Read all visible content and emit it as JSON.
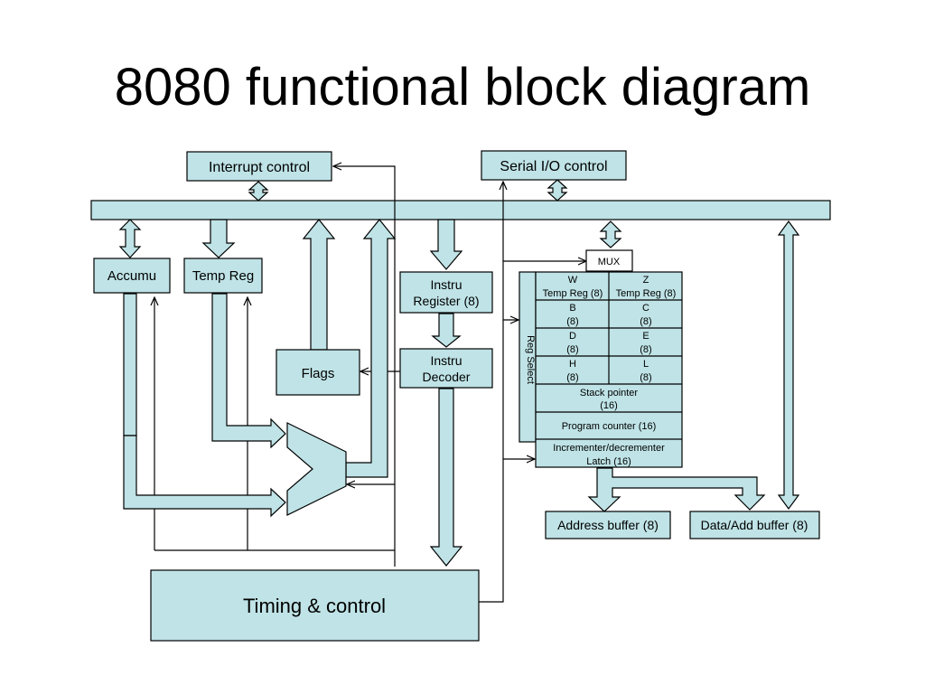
{
  "title": "8080 functional block diagram",
  "colors": {
    "block_fill": "#bfe3e6",
    "line": "#000000",
    "background": "#ffffff"
  },
  "blocks": {
    "interrupt_control": "Interrupt control",
    "serial_io_control": "Serial I/O control",
    "accumu": "Accumu",
    "temp_reg": "Temp Reg",
    "flags": "Flags",
    "instru_register": [
      "Instru",
      "Register (8)"
    ],
    "instru_decoder": [
      "Instru",
      "Decoder"
    ],
    "mux": "MUX",
    "reg_select": "Reg Select",
    "address_buffer": "Address buffer (8)",
    "data_add_buffer": "Data/Add buffer (8)",
    "timing_control": "Timing & control"
  },
  "register_file": {
    "pairs": [
      {
        "left": [
          "W",
          "Temp Reg (8)"
        ],
        "right": [
          "Z",
          "Temp Reg (8)"
        ]
      },
      {
        "left": [
          "B",
          "(8)"
        ],
        "right": [
          "C",
          "(8)"
        ]
      },
      {
        "left": [
          "D",
          "(8)"
        ],
        "right": [
          "E",
          "(8)"
        ]
      },
      {
        "left": [
          "H",
          "(8)"
        ],
        "right": [
          "L",
          "(8)"
        ]
      }
    ],
    "stack_pointer": [
      "Stack pointer",
      "(16)"
    ],
    "program_counter": "Program counter (16)",
    "incrementer": [
      "Incrementer/decrementer",
      "Latch (16)"
    ]
  }
}
